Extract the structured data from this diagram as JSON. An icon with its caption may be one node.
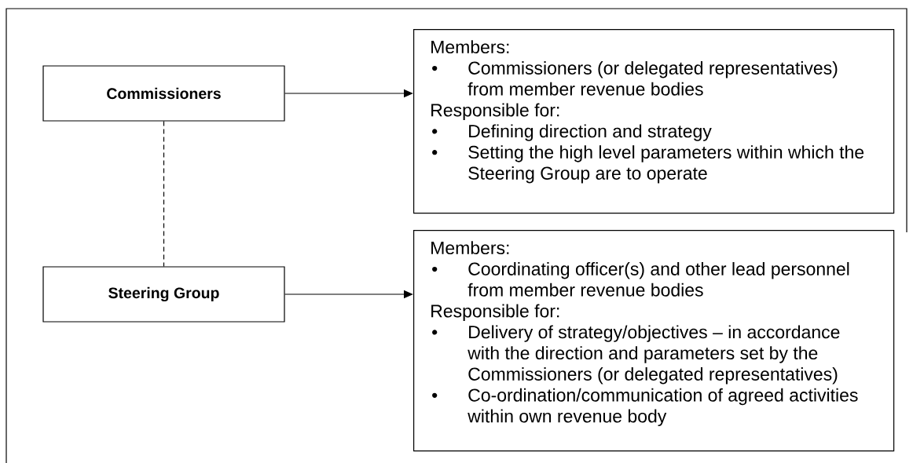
{
  "diagram": {
    "nodes": [
      {
        "text": [
          "Commissioners"
        ]
      },
      {
        "text": [
          "Members:",
          "•",
          "Commissioners (or delegated representatives) from member revenue bodies",
          "Responsible for:",
          "•",
          "Defining direction and strategy",
          "•",
          "Setting the high level parameters within which the Steering Group are to operate"
        ]
      },
      {
        "text": [
          "Steering Group"
        ]
      },
      {
        "text": [
          "Members:",
          "•",
          "Coordinating officer(s) and other lead personnel from member revenue bodies",
          "Responsible for:",
          "•",
          "Delivery of strategy/objectives – in accordance with the direction and parameters set by the Commissioners (or delegated representatives)",
          "•",
          "Co-ordination/communication of agreed activities within own revenue body"
        ]
      }
    ],
    "edges": [
      {
        "from": 0,
        "to": 1,
        "arrow": "to"
      },
      {
        "from": 2,
        "to": 3,
        "arrow": "to"
      },
      {
        "from": 0,
        "to": 2,
        "arrow": "none",
        "style": "dashed"
      }
    ]
  }
}
